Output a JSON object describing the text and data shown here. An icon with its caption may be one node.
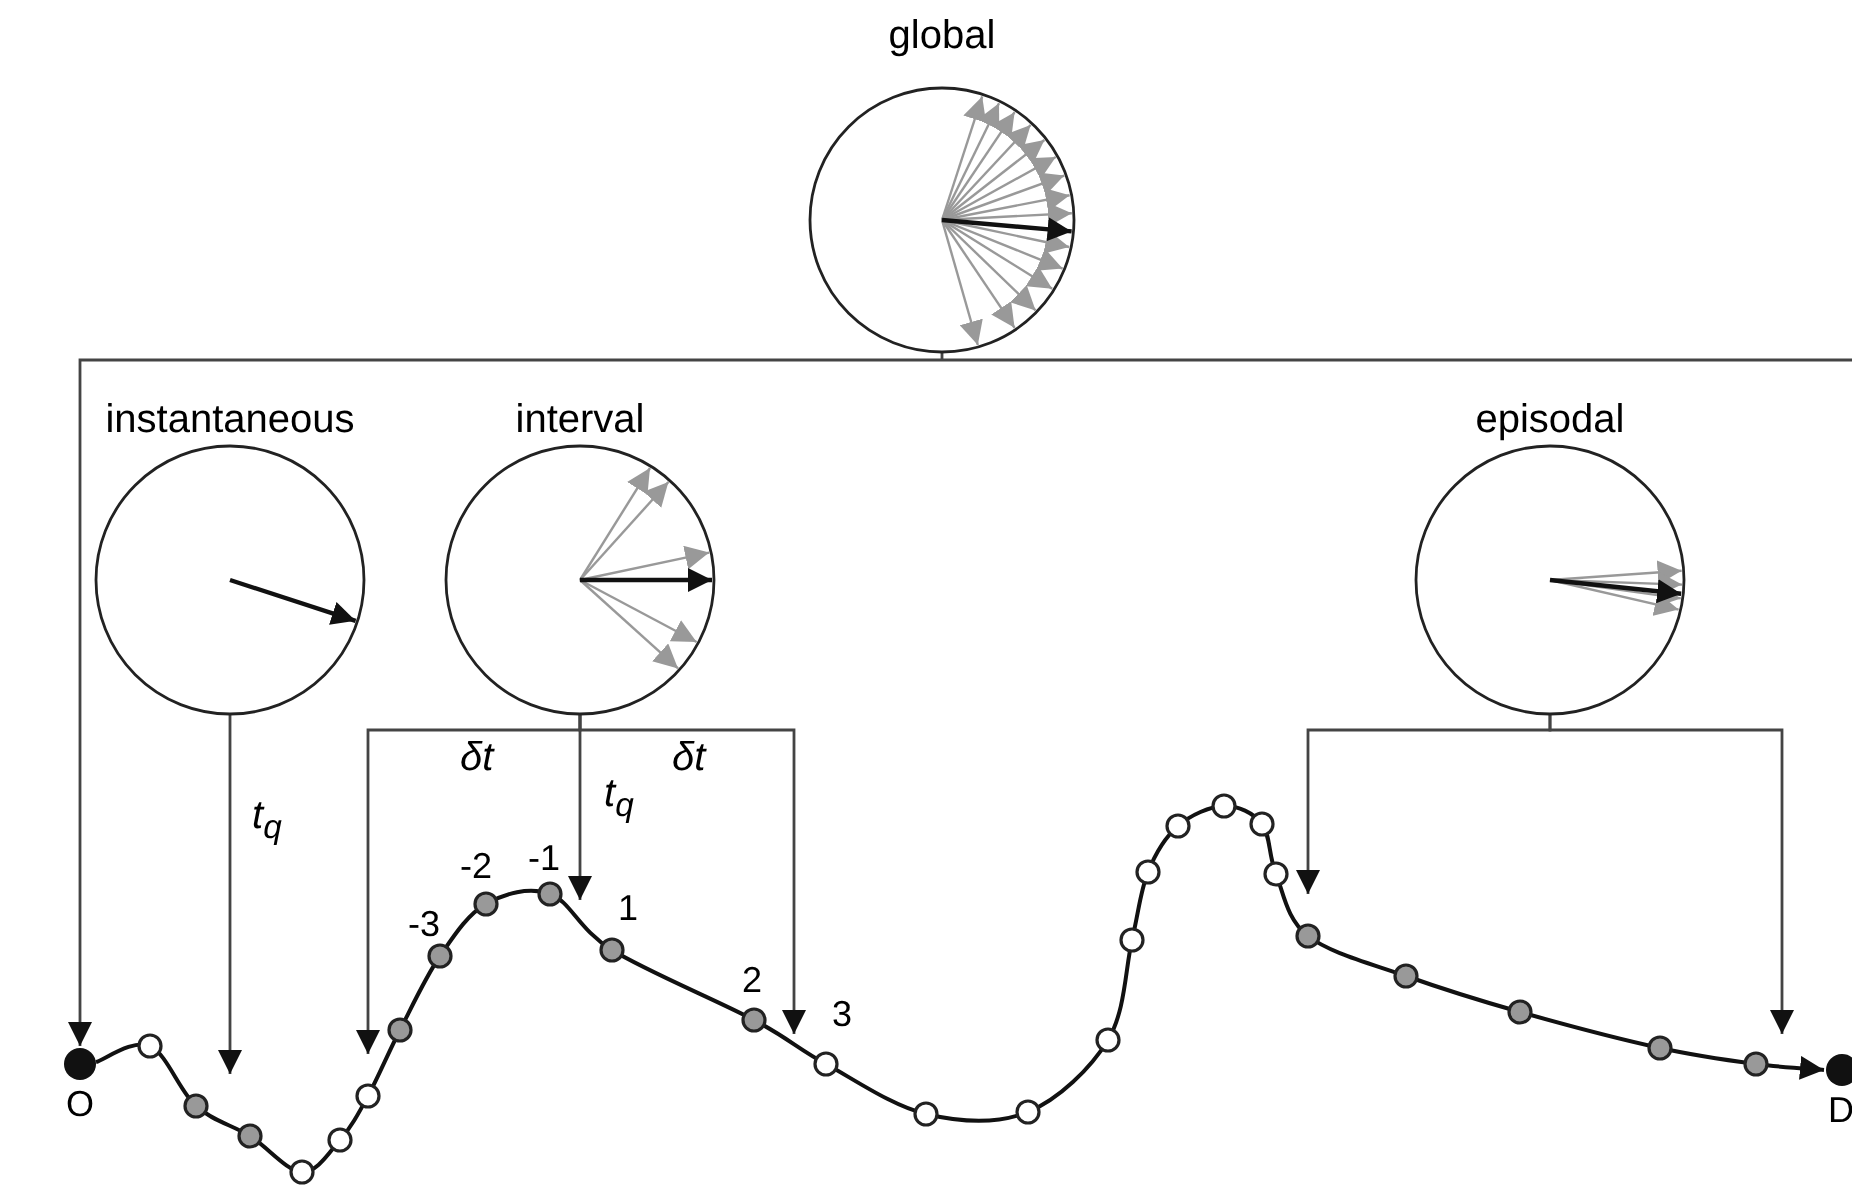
{
  "diagram": {
    "nodes": [
      {
        "text": [
          "global"
        ]
      },
      {
        "text": [
          "instantaneous"
        ]
      },
      {
        "text": [
          "interval"
        ]
      },
      {
        "text": [
          "episodal"
        ]
      },
      {
        "text": [
          "O"
        ]
      },
      {
        "text": [
          "D"
        ]
      }
    ],
    "edges": [
      {
        "from": 0,
        "to": 4,
        "arrow": "to"
      },
      {
        "from": 1,
        "to": null,
        "arrow": "to",
        "label": "t$_{q}$"
      },
      {
        "from": 2,
        "to": null,
        "arrow": "to",
        "label": "δt"
      },
      {
        "from": 2,
        "to": null,
        "arrow": "to",
        "label": "t$_{q}$"
      },
      {
        "from": 2,
        "to": null,
        "arrow": "to",
        "label": "δt"
      },
      {
        "from": 3,
        "to": null,
        "arrow": "to"
      },
      {
        "from": 3,
        "to": null,
        "arrow": "to"
      },
      {
        "from": 4,
        "to": 5,
        "arrow": "to"
      }
    ],
    "labels": [
      "-3",
      "-2",
      "-1",
      "1",
      "2",
      "3"
    ]
  }
}
